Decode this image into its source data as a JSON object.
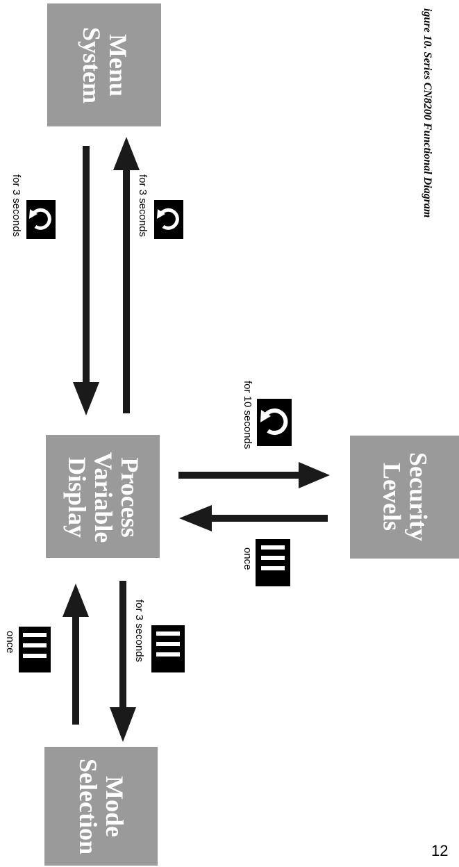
{
  "caption": "igure 10. Series CN8200 Functional Diagram",
  "page_number": "12",
  "boxes": {
    "menu": "Menu\nSystem",
    "process": "Process\nVariable\nDisplay",
    "security": "Security\nLevels",
    "mode": "Mode\nSelection"
  },
  "labels": {
    "menu_down": "for 3 seconds",
    "menu_up": "for 3 seconds",
    "security_right": "for 10 seconds",
    "security_left": "once",
    "mode_down": "for 3 seconds",
    "mode_up": "once"
  },
  "icons": {
    "rotate": "rotate-arrow-icon",
    "menu": "three-bars-icon"
  },
  "colors": {
    "box_fill": "#9a9a9a",
    "box_text": "#ffffff",
    "arrow": "#1a1a1a"
  }
}
